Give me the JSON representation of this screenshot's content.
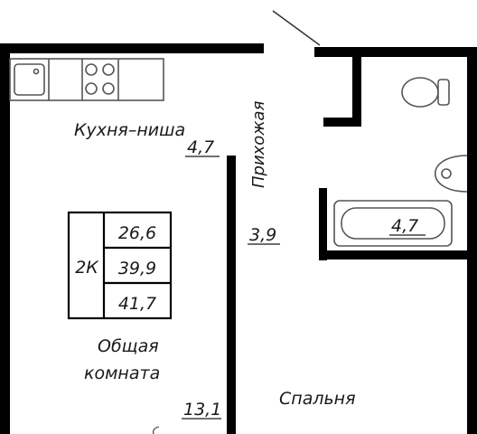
{
  "rooms": {
    "kitchen": {
      "name": "Кухня–ниша",
      "area": "4,7"
    },
    "hallway": {
      "name": "Прихожая",
      "area": "3,9"
    },
    "bathroom": {
      "area": "4,7"
    },
    "living": {
      "name_line1": "Общая",
      "name_line2": "комната",
      "area": "13,1"
    },
    "bedroom": {
      "name": "Спальня"
    }
  },
  "summary_table": {
    "type": "2К",
    "living_area": "26,6",
    "total_area": "39,9",
    "total_area_with_balcony": "41,7"
  },
  "colors": {
    "wall": "#000000",
    "fixture_line": "#555555",
    "text": "#1a1a1a",
    "background": "#ffffff"
  }
}
